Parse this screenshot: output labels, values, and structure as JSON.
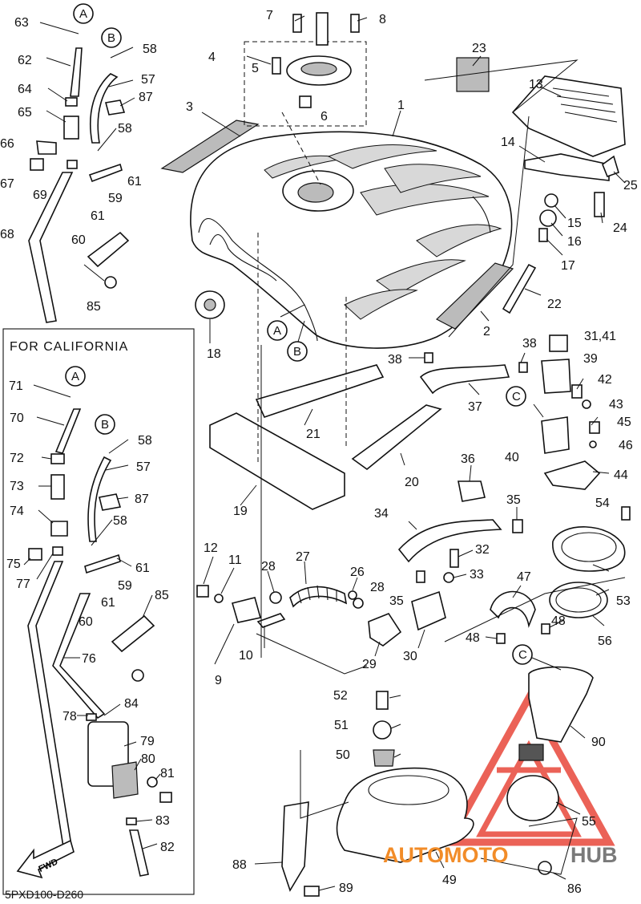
{
  "diagram": {
    "california_title": "FOR CALIFORNIA",
    "diagram_code": "5PXD100-D260",
    "fwd_label": "FWD",
    "watermark": {
      "part1": "AUTOMOTO",
      "part2": "HUB",
      "color_main": "#f28c28",
      "color_hub": "#7a7a7a",
      "logo_color": "#e8473a"
    },
    "connector_labels": {
      "a": "A",
      "b": "B",
      "c": "C"
    },
    "part_numbers": {
      "p1": "1",
      "p2": "2",
      "p3": "3",
      "p4": "4",
      "p5": "5",
      "p6": "6",
      "p7": "7",
      "p8": "8",
      "p9": "9",
      "p10": "10",
      "p11": "11",
      "p12": "12",
      "p13": "13",
      "p14": "14",
      "p15": "15",
      "p16": "16",
      "p17": "17",
      "p18": "18",
      "p19": "19",
      "p20": "20",
      "p21": "21",
      "p22": "22",
      "p23": "23",
      "p24": "24",
      "p25": "25",
      "p26": "26",
      "p27": "27",
      "p28a": "28",
      "p28b": "28",
      "p29": "29",
      "p30": "30",
      "p31": "31,41",
      "p32": "32",
      "p33": "33",
      "p34": "34",
      "p35a": "35",
      "p35b": "35",
      "p36": "36",
      "p37": "37",
      "p38a": "38",
      "p38b": "38",
      "p39": "39",
      "p40": "40",
      "p42": "42",
      "p43": "43",
      "p44": "44",
      "p45": "45",
      "p46": "46",
      "p47": "47",
      "p48a": "48",
      "p48b": "48",
      "p49": "49",
      "p50": "50",
      "p51": "51",
      "p52": "52",
      "p53": "53",
      "p54": "54",
      "p55": "55",
      "p56": "56",
      "p57a": "57",
      "p57b": "57",
      "p58a": "58",
      "p58b": "58",
      "p58c": "58",
      "p58d": "58",
      "p59a": "59",
      "p59b": "59",
      "p60a": "60",
      "p60b": "60",
      "p61a": "61",
      "p61b": "61",
      "p61c": "61",
      "p61d": "61",
      "p62": "62",
      "p63": "63",
      "p64": "64",
      "p65": "65",
      "p66": "66",
      "p67": "67",
      "p68": "68",
      "p69": "69",
      "p70": "70",
      "p71": "71",
      "p72": "72",
      "p73": "73",
      "p74": "74",
      "p75": "75",
      "p76": "76",
      "p77": "77",
      "p78": "78",
      "p79": "79",
      "p80": "80",
      "p81": "81",
      "p83": "83",
      "p84": "84",
      "p82": "82",
      "p85a": "85",
      "p85b": "85",
      "p86": "86",
      "p87a": "87",
      "p87b": "87",
      "p88": "88",
      "p89": "89",
      "p90": "90"
    }
  }
}
